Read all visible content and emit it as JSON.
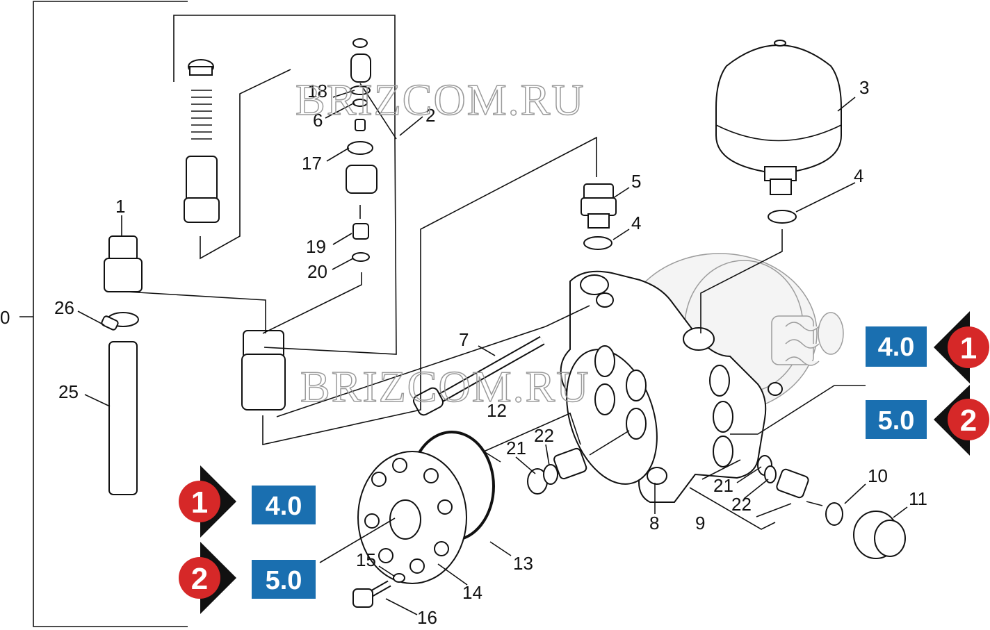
{
  "watermarks": [
    "BRIZCOM.RU",
    "BRIZCOM.RU"
  ],
  "callouts": {
    "c0": "0",
    "c1": "1",
    "c2": "2",
    "c3": "3",
    "c4a": "4",
    "c4b": "4",
    "c5": "5",
    "c6": "6",
    "c7": "7",
    "c8": "8",
    "c9": "9",
    "c10": "10",
    "c11": "11",
    "c12": "12",
    "c13": "13",
    "c14": "14",
    "c15": "15",
    "c16": "16",
    "c17": "17",
    "c18": "18",
    "c19": "19",
    "c20": "20",
    "c21a": "21",
    "c22a": "22",
    "c21b": "21",
    "c22b": "22",
    "c25": "25",
    "c26": "26"
  },
  "variants": [
    {
      "marker": "1",
      "value": "4.0"
    },
    {
      "marker": "2",
      "value": "5.0"
    }
  ],
  "colors": {
    "badge_blue": "#1a6fb0",
    "marker_red": "#d62828",
    "arrow_black": "#111111"
  }
}
